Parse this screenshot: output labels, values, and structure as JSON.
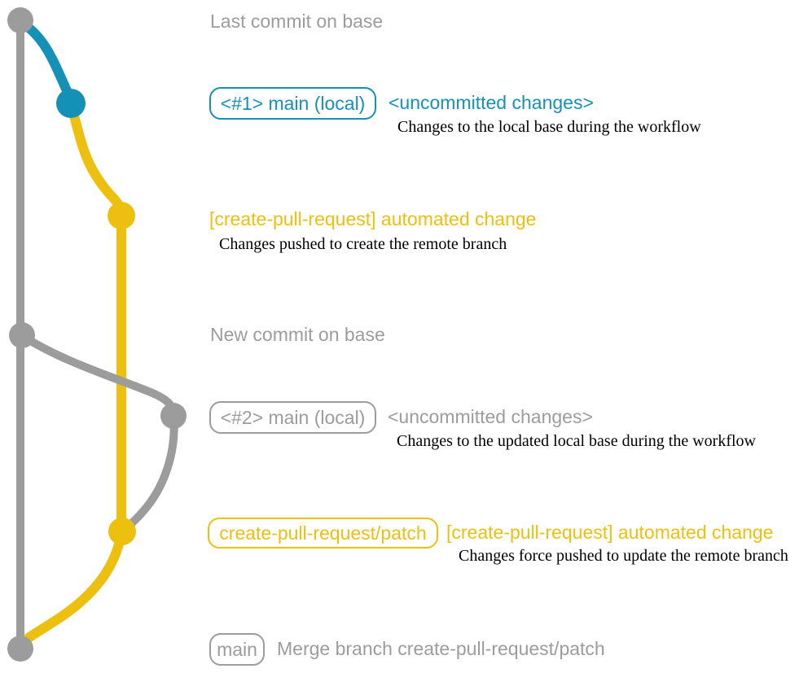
{
  "colors": {
    "gray": "#9c9c9c",
    "teal": "#1591b8",
    "yellow": "#edc00f",
    "description_text": "#000000",
    "background": "#ffffff"
  },
  "annotations": {
    "last_commit_label": "Last commit on base",
    "local_main_1": {
      "badge": "<#1> main (local)",
      "title": "<uncommitted changes>",
      "description": "Changes to the local base during the workflow"
    },
    "automated_change_1": {
      "title": "[create-pull-request] automated change",
      "description": "Changes pushed to create the remote branch"
    },
    "new_commit_label": "New commit on base",
    "local_main_2": {
      "badge": "<#2> main (local)",
      "title": "<uncommitted changes>",
      "description": "Changes to the updated local base during the workflow"
    },
    "patch_branch": {
      "badge": "create-pull-request/patch",
      "title": "[create-pull-request] automated change",
      "description": "Changes force pushed to update the remote branch"
    },
    "merge_commit": {
      "badge": "main",
      "title": "Merge branch create-pull-request/patch"
    }
  },
  "graph": {
    "nodes": [
      {
        "id": "last-commit",
        "color": "gray"
      },
      {
        "id": "local-main-1",
        "color": "teal"
      },
      {
        "id": "automated-change-1",
        "color": "yellow"
      },
      {
        "id": "new-commit",
        "color": "gray"
      },
      {
        "id": "local-main-2",
        "color": "gray"
      },
      {
        "id": "automated-change-2",
        "color": "yellow"
      },
      {
        "id": "merge-commit",
        "color": "gray"
      }
    ]
  }
}
